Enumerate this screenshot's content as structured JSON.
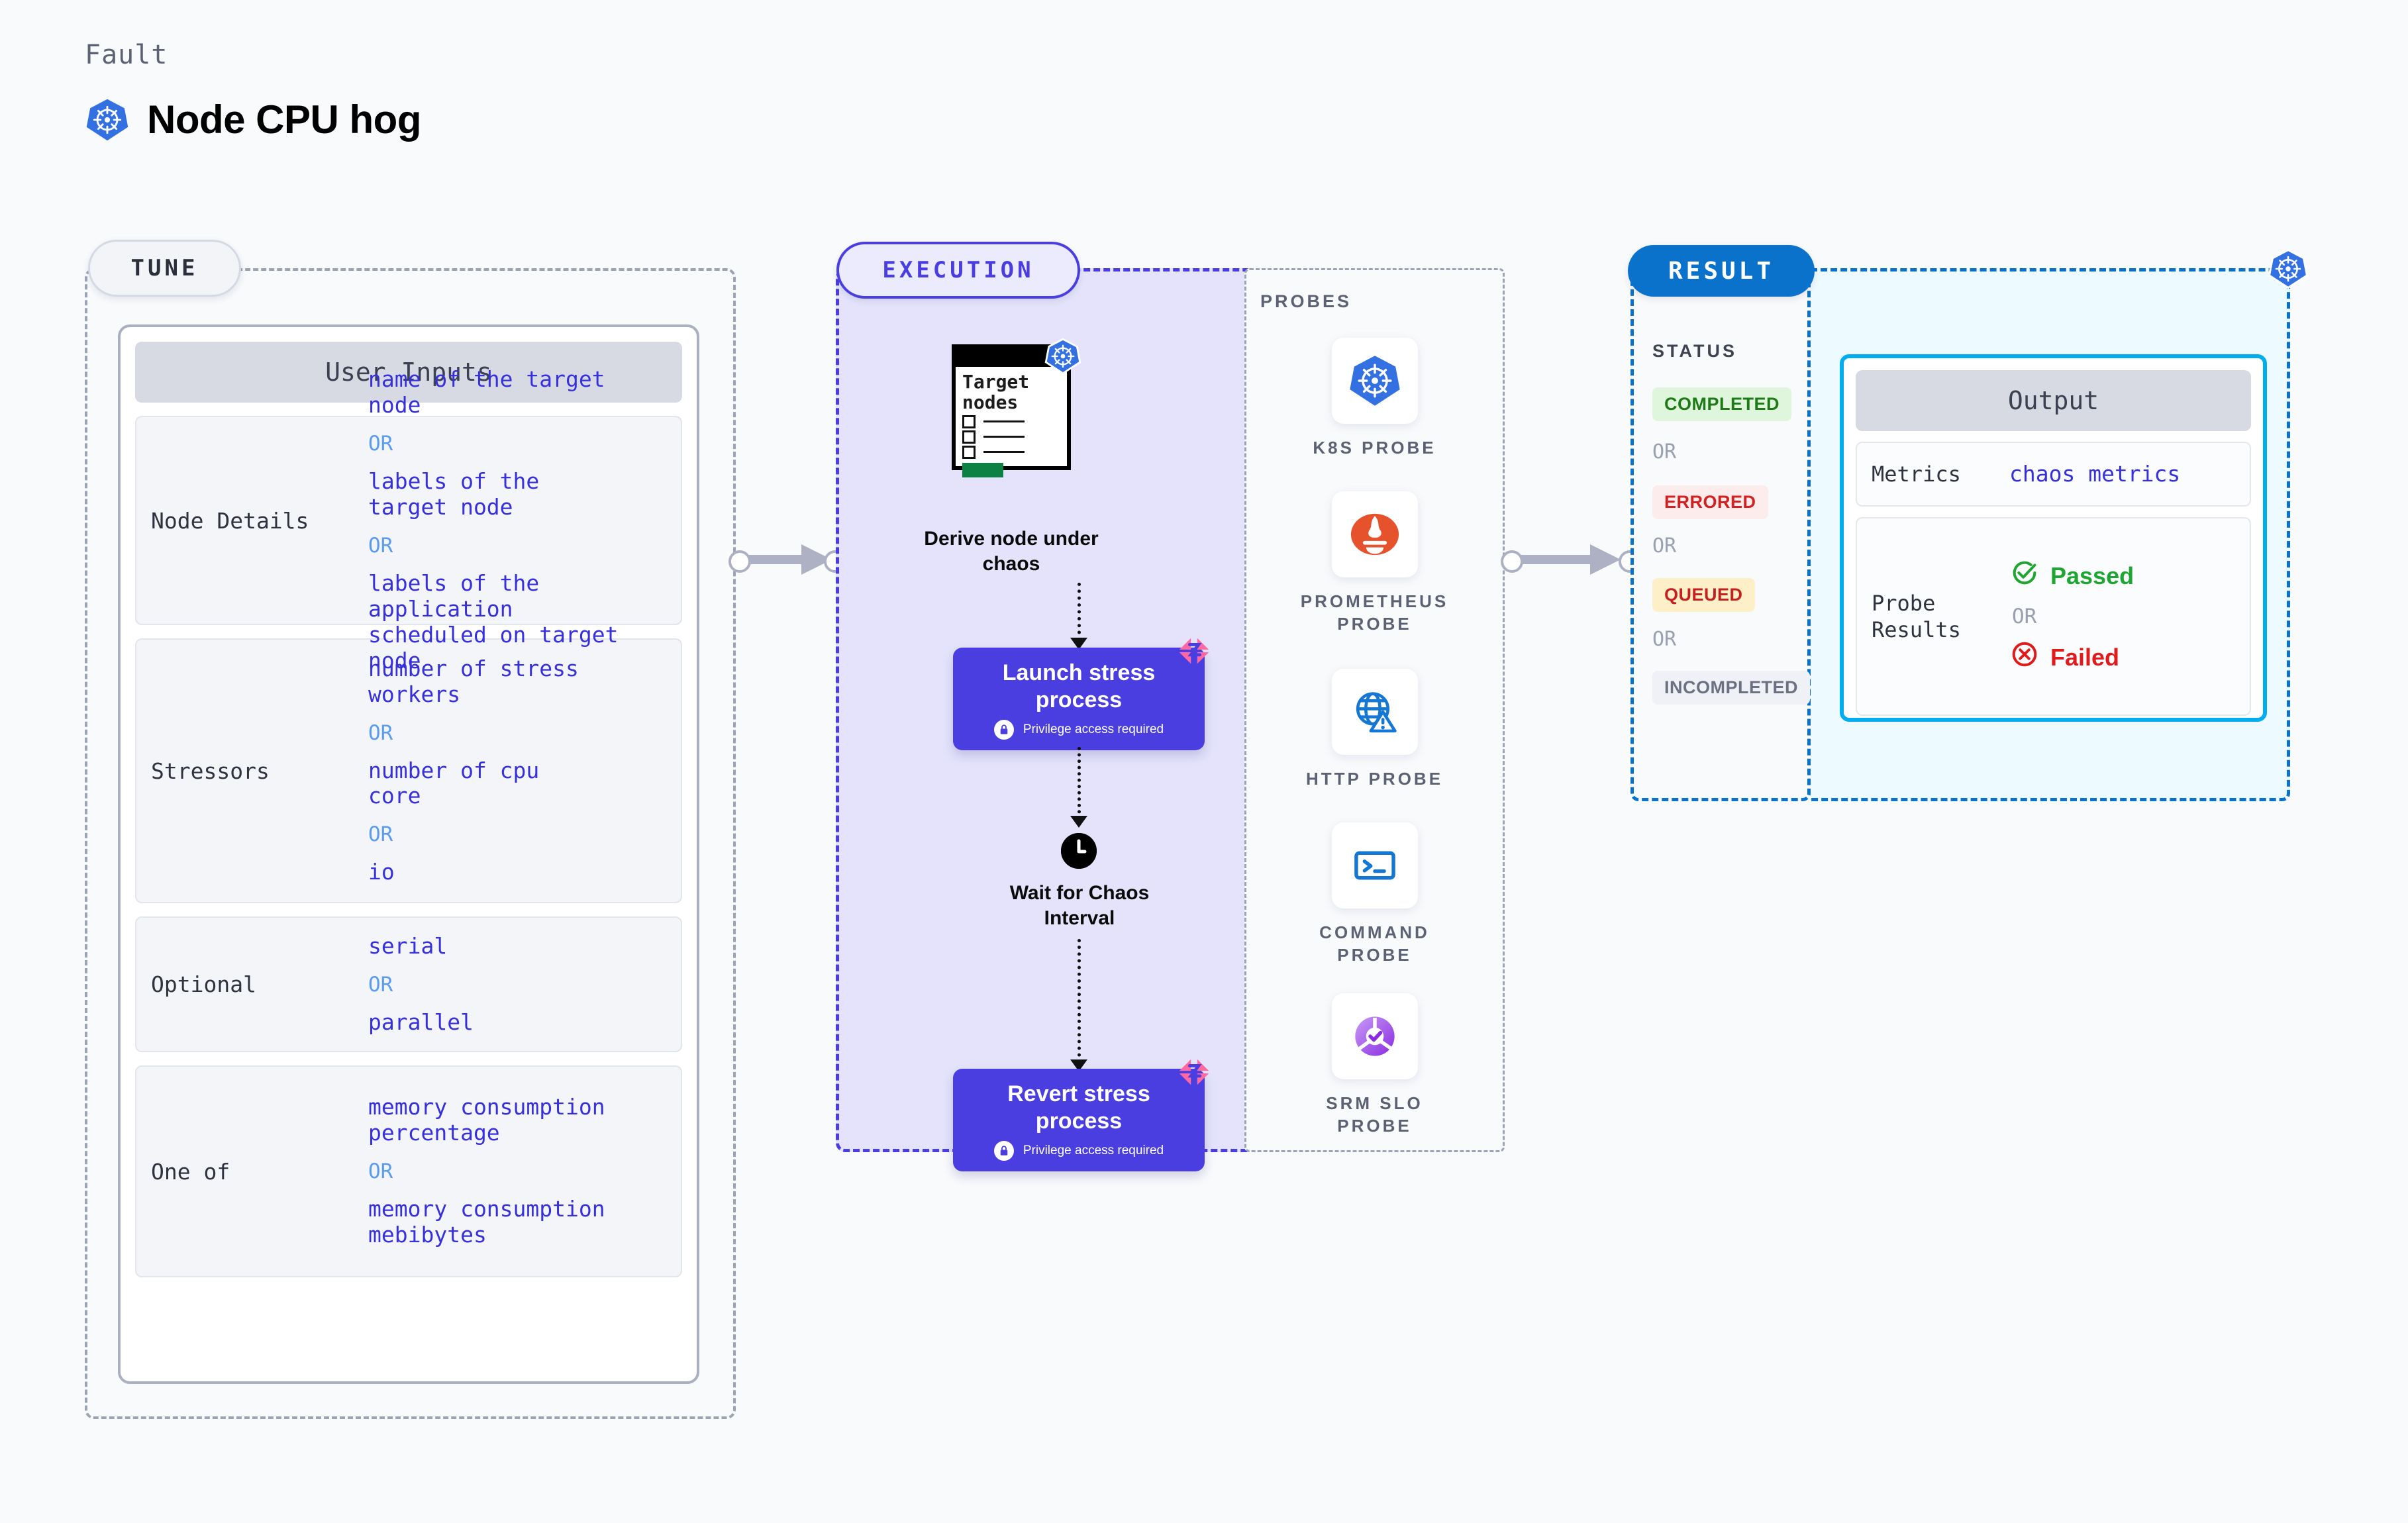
{
  "header": {
    "eyebrow": "Fault",
    "title": "Node CPU hog",
    "icon": "kubernetes-icon"
  },
  "tune": {
    "pill_label": "TUNE",
    "card_title": "User Inputs",
    "rows": [
      {
        "label": "Node Details",
        "values": [
          "name of the target\nnode",
          "labels of the\ntarget node",
          "labels of the application\n scheduled on target node"
        ],
        "separator": "OR"
      },
      {
        "label": "Stressors",
        "values": [
          "number of stress\nworkers",
          "number of cpu\ncore",
          "io"
        ],
        "separator": "OR"
      },
      {
        "label": "Optional",
        "values": [
          "serial",
          "parallel"
        ],
        "separator": "OR"
      },
      {
        "label": "One of",
        "values": [
          "memory consumption\npercentage",
          "memory consumption\nmebibytes"
        ],
        "separator": "OR"
      }
    ]
  },
  "execution": {
    "pill_label": "EXECUTION",
    "target_card": {
      "title": "Target\nnodes",
      "icon": "kubernetes-icon",
      "checkbox_rows": 3
    },
    "steps": [
      {
        "caption": "Derive node under\nchaos"
      },
      {
        "title": "Launch stress\nprocess",
        "subtitle": "Privilege access required",
        "icon": "lock-icon",
        "badge": "harness-logo-icon"
      },
      {
        "caption": "Wait for Chaos\nInterval",
        "icon": "clock-icon"
      },
      {
        "title": "Revert stress\nprocess",
        "subtitle": "Privilege access required",
        "icon": "lock-icon",
        "badge": "harness-logo-icon"
      }
    ],
    "probes": {
      "heading": "PROBES",
      "items": [
        {
          "label": "K8S PROBE",
          "icon": "kubernetes-icon"
        },
        {
          "label": "PROMETHEUS\nPROBE",
          "icon": "prometheus-icon"
        },
        {
          "label": "HTTP PROBE",
          "icon": "globe-warning-icon"
        },
        {
          "label": "COMMAND\nPROBE",
          "icon": "terminal-icon"
        },
        {
          "label": "SRM SLO\nPROBE",
          "icon": "srm-slo-icon"
        }
      ]
    }
  },
  "result": {
    "pill_label": "RESULT",
    "status_heading": "STATUS",
    "separator": "OR",
    "statuses": [
      {
        "label": "COMPLETED",
        "bg": "#dff5dc",
        "fg": "#1e7a17"
      },
      {
        "label": "ERRORED",
        "bg": "#fdecec",
        "fg": "#d32020"
      },
      {
        "label": "QUEUED",
        "bg": "#fdf0c9",
        "fg": "#c42020"
      },
      {
        "label": "INCOMPLETED",
        "bg": "#f0f1f6",
        "fg": "#6b7082"
      }
    ],
    "badge_icon": "kubernetes-icon",
    "output": {
      "title": "Output",
      "rows": [
        {
          "label": "Metrics",
          "value": "chaos metrics"
        },
        {
          "label": "Probe\nResults",
          "pass_label": "Passed",
          "fail_label": "Failed",
          "separator": "OR",
          "pass_icon": "check-circle-icon",
          "fail_icon": "x-circle-icon"
        }
      ]
    }
  },
  "colors": {
    "kubernetes_blue": "#3371e3",
    "execution_purple": "#4a3ee0",
    "execution_bg": "#e4e3fb",
    "result_blue": "#0b72cc",
    "output_cyan": "#00aeef",
    "output_bg": "#edfaff",
    "harness_pink": "#ff68a0",
    "pass_green": "#1fa531",
    "fail_red": "#e01b1b",
    "mono_value_blue": "#3730dd",
    "or_blue": "#5b9bf0"
  }
}
